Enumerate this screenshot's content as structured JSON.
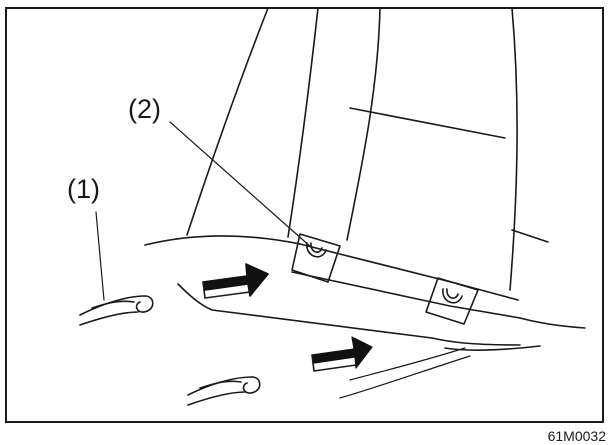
{
  "callouts": {
    "part_1": "(1)",
    "part_2": "(2)"
  },
  "figure_id": "61M0032",
  "icons": {
    "insert_arrow": "push-arrow-icon",
    "anchor_bar": "anchor-bar-icon",
    "anchor_bracket": "u-bracket-icon"
  },
  "colors": {
    "line": "#1a1a1a",
    "fill": "#111111",
    "background": "#ffffff"
  }
}
